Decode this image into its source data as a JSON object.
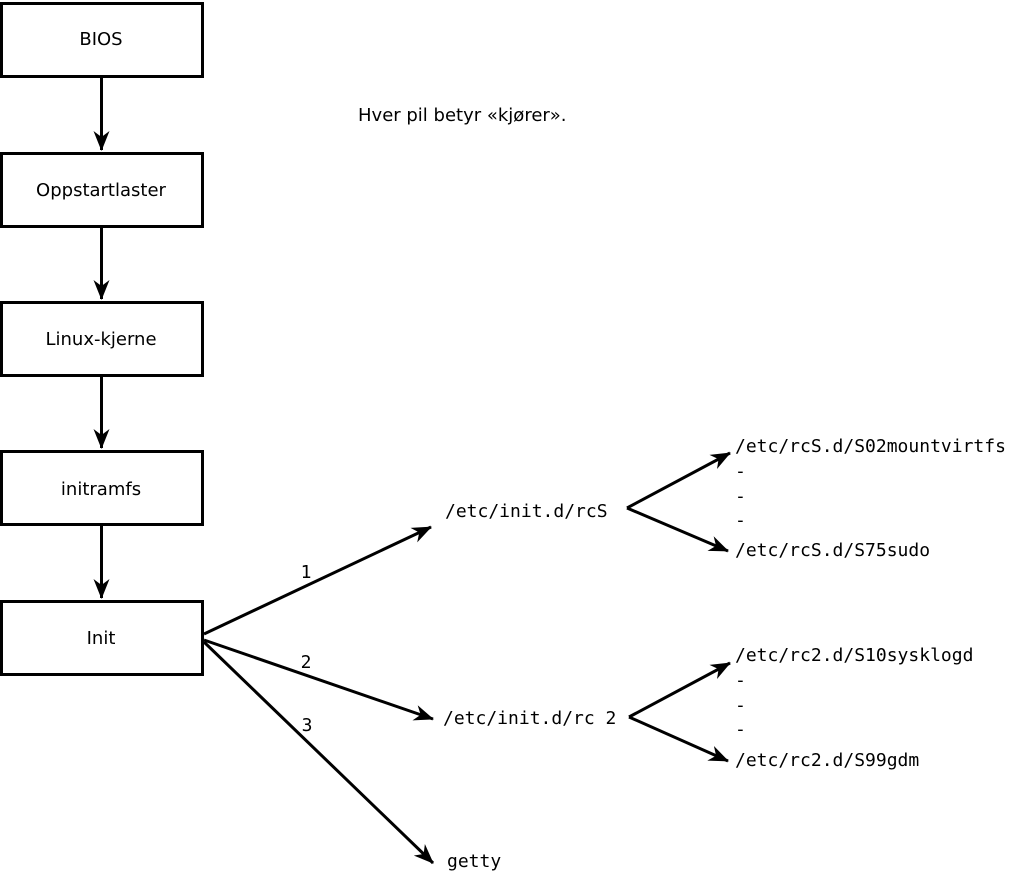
{
  "colors": {
    "ink": "#000000",
    "paper": "#ffffff"
  },
  "annotation": "Hver pil betyr «kjører».",
  "boot_chain": [
    {
      "label": "BIOS"
    },
    {
      "label": "Oppstartlaster"
    },
    {
      "label": "Linux-kjerne"
    },
    {
      "label": "initramfs"
    },
    {
      "label": "Init"
    }
  ],
  "init_branches": [
    {
      "number": "1",
      "target": "/etc/init.d/rcS"
    },
    {
      "number": "2",
      "target": "/etc/init.d/rc 2"
    },
    {
      "number": "3",
      "target": "getty"
    }
  ],
  "rcS_listing": {
    "first": "/etc/rcS.d/S02mountvirtfs",
    "ellipsis": [
      "-",
      "-",
      "-"
    ],
    "last": "/etc/rcS.d/S75sudo"
  },
  "rc2_listing": {
    "first": "/etc/rc2.d/S10sysklogd",
    "ellipsis": [
      "-",
      "-",
      "-"
    ],
    "last": "/etc/rc2.d/S99gdm"
  }
}
